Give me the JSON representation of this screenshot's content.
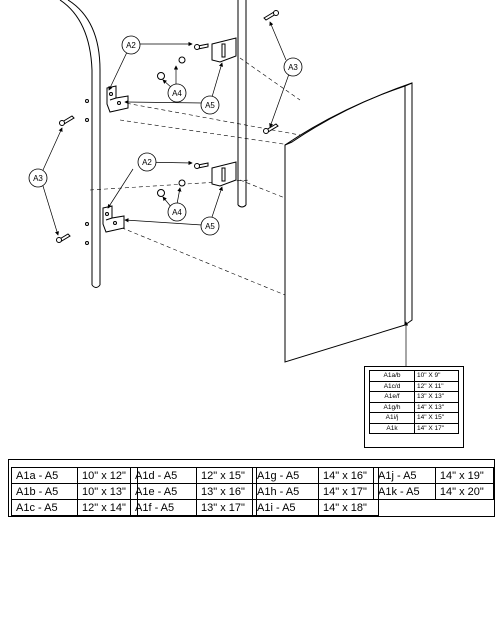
{
  "callouts": {
    "a2_upper": "A2",
    "a2_lower": "A2",
    "a3_right": "A3",
    "a3_left": "A3",
    "a4_upper": "A4",
    "a4_lower": "A4",
    "a5_upper": "A5",
    "a5_lower": "A5"
  },
  "size_key": [
    {
      "code": "A1a/b",
      "size": "10\" X 9\""
    },
    {
      "code": "A1c/d",
      "size": "12\" X 11\""
    },
    {
      "code": "A1e/f",
      "size": "13\" X 13\""
    },
    {
      "code": "A1g/h",
      "size": "14\" X 13\""
    },
    {
      "code": "A1i/j",
      "size": "14\" X 15\""
    },
    {
      "code": "A1k",
      "size": "14\" X 17\""
    }
  ],
  "options": [
    [
      {
        "code": "A1a - A5",
        "size": "10\" x 12\""
      },
      {
        "code": "A1b - A5",
        "size": "10\" x 13\""
      },
      {
        "code": "A1c - A5",
        "size": "12\" x 14\""
      }
    ],
    [
      {
        "code": "A1d - A5",
        "size": "12\" x 15\""
      },
      {
        "code": "A1e - A5",
        "size": "13\" x 16\""
      },
      {
        "code": "A1f - A5",
        "size": "13\" x 17\""
      }
    ],
    [
      {
        "code": "A1g - A5",
        "size": "14\" x 16\""
      },
      {
        "code": "A1h - A5",
        "size": "14\" x 17\""
      },
      {
        "code": "A1i - A5",
        "size": "14\" x 18\""
      }
    ],
    [
      {
        "code": "A1j - A5",
        "size": "14\" x 19\""
      },
      {
        "code": "A1k - A5",
        "size": "14\" x 20\""
      }
    ]
  ]
}
